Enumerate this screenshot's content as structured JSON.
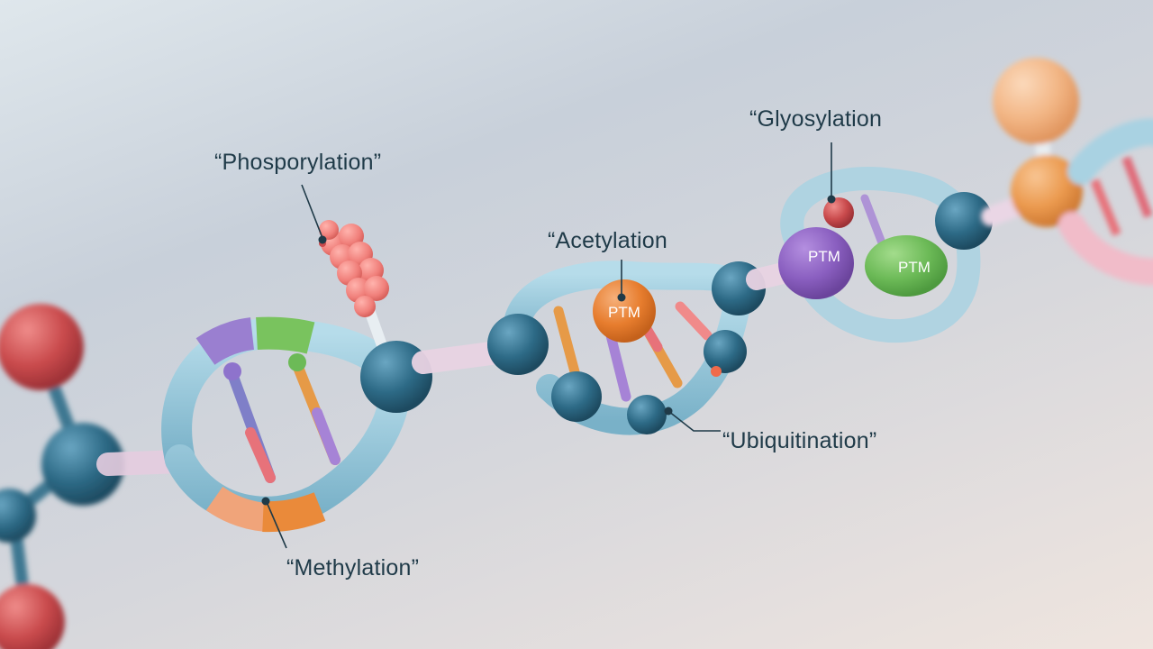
{
  "labels": {
    "phosphorylation": "“Phosporylation”",
    "acetylation": "“Acetylation",
    "glycosylation": "“Glyosylation",
    "ubiquitination": "“Ubiquitination”",
    "methylation": "“Methylation”"
  },
  "ptm_badges": {
    "orange": "PTM",
    "purple": "PTM",
    "green": "PTM"
  },
  "colors": {
    "backbone_blue": "#8fc3d6",
    "node_dark_blue": "#2d6a86",
    "node_red": "#c94a4c",
    "ptm_orange": "#e77d2e",
    "ptm_purple": "#8a5fc0",
    "ptm_green": "#6cba57",
    "node_peach": "#f2b584",
    "label_text": "#1f3a48"
  }
}
